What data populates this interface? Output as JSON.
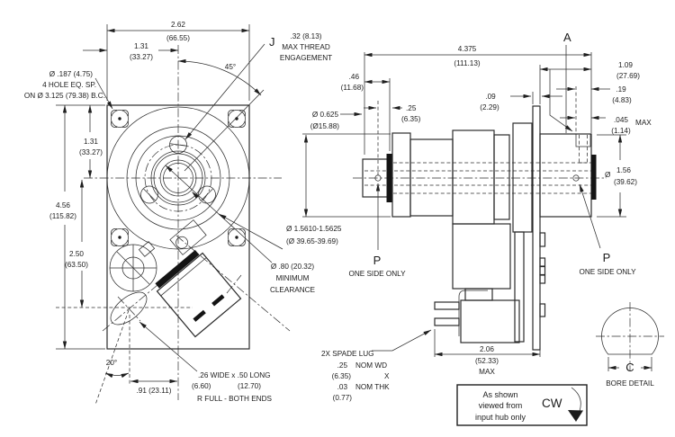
{
  "front_view": {
    "dim_plate_width": [
      "2.62",
      "(66.55)"
    ],
    "dim_half_width": [
      "1.31",
      "(33.27)"
    ],
    "label_j": "J",
    "thread_note": [
      ".32 (8.13)",
      "MAX THREAD",
      "ENGAGEMENT"
    ],
    "angle_holes": "45°",
    "hole_note": [
      "Ø .187 (4.75)",
      "4 HOLE EQ. SP.",
      "ON Ø 3.125 (79.38) B.C."
    ],
    "dim_half_height": [
      "1.31",
      "(33.27)"
    ],
    "dim_height": [
      "4.56",
      "(115.82)"
    ],
    "dim_slot_drop": [
      "2.50",
      "(63.50)"
    ],
    "angle_slot": "20°",
    "dim_slot_offset": ".91 (23.11)",
    "slot_note_line1": ".26 WIDE  x  .50 LONG",
    "slot_note_in": "(6.60)",
    "slot_note_mm": "(12.70)",
    "slot_note_line3": "R FULL - BOTH ENDS",
    "clearance_note": [
      "Ø .80 (20.32)",
      "MINIMUM",
      "CLEARANCE"
    ],
    "pilot_dia": [
      "Ø 1.5610-1.5625",
      "(Ø 39.65-39.69)"
    ]
  },
  "side_view": {
    "label_a": "A",
    "dim_overall": [
      "4.375",
      "(111.13)"
    ],
    "dim_hub_len": [
      ".46",
      "(11.68)"
    ],
    "dim_hub_face": [
      ".25",
      "(6.35)"
    ],
    "hub_dia": [
      "Ø 0.625",
      "(Ø15.88)"
    ],
    "dim_board": [
      ".09",
      "(2.29)"
    ],
    "dim_right": [
      "1.09",
      "(27.69)"
    ],
    "dim_key_w": [
      ".19",
      "(4.83)"
    ],
    "dim_key_d": [
      ".045",
      "(1.14)",
      "MAX"
    ],
    "drum_dia": [
      "Ø",
      "1.56",
      "(39.62)"
    ],
    "p_left": [
      "P",
      "ONE SIDE ONLY"
    ],
    "p_right": [
      "P",
      "ONE SIDE ONLY"
    ],
    "spade_note": [
      "2X  SPADE LUG",
      ".25",
      "NOM WD",
      "(6.35)",
      "X",
      ".03",
      "NOM THK",
      "(0.77)"
    ],
    "dim_depth": [
      "2.06",
      "(52.33)",
      "MAX"
    ]
  },
  "bore_detail": {
    "dim_c": "C",
    "title": "BORE DETAIL"
  },
  "rotation_note": {
    "lines": [
      "As shown",
      "viewed from",
      "input hub only"
    ],
    "cw": "CW"
  }
}
